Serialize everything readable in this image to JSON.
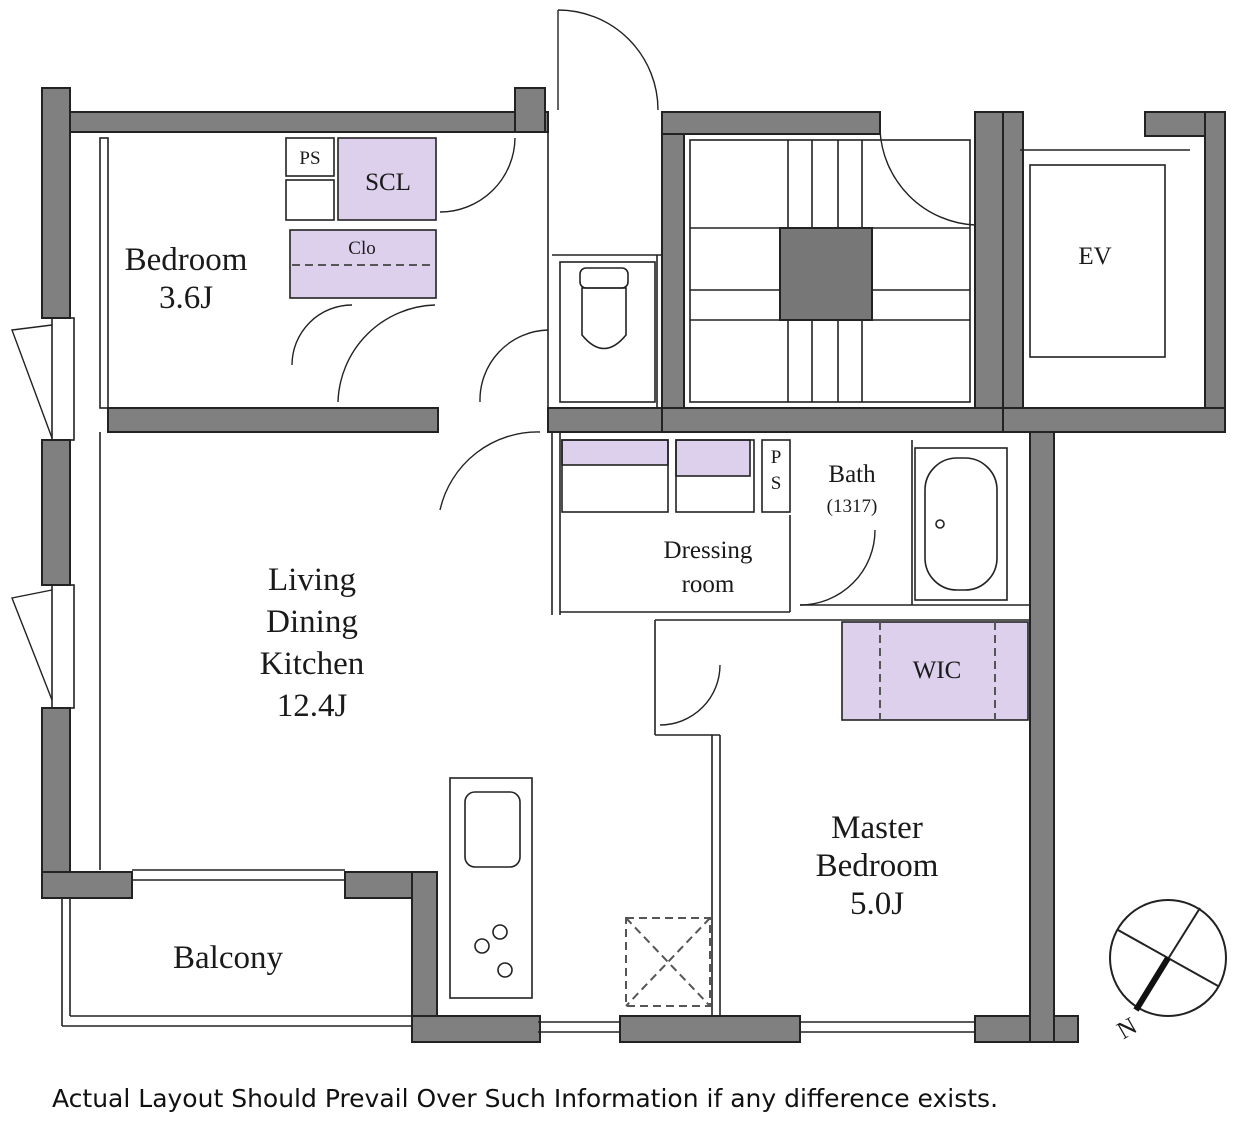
{
  "rooms": {
    "bedroom": {
      "name": "Bedroom",
      "size": "3.6J"
    },
    "ldk": {
      "line1": "Living",
      "line2": "Dining",
      "line3": "Kitchen",
      "size": "12.4J"
    },
    "master": {
      "line1": "Master",
      "line2": "Bedroom",
      "size": "5.0J"
    },
    "dressing": {
      "line1": "Dressing",
      "line2": "room"
    },
    "bath": {
      "name": "Bath",
      "model": "(1317)"
    },
    "balcony": {
      "name": "Balcony"
    },
    "ev": {
      "name": "EV"
    },
    "scl": {
      "name": "SCL"
    },
    "clo": {
      "name": "Clo"
    },
    "wic": {
      "name": "WIC"
    },
    "ps_top": {
      "name": "PS"
    },
    "ps_bath": {
      "line1": "P",
      "line2": "S"
    }
  },
  "compass": {
    "label": "N"
  },
  "disclaimer": "Actual Layout Should Prevail Over Such Information if any difference exists.",
  "colors": {
    "wall": "#808080",
    "storage": "#dcd0ec"
  }
}
